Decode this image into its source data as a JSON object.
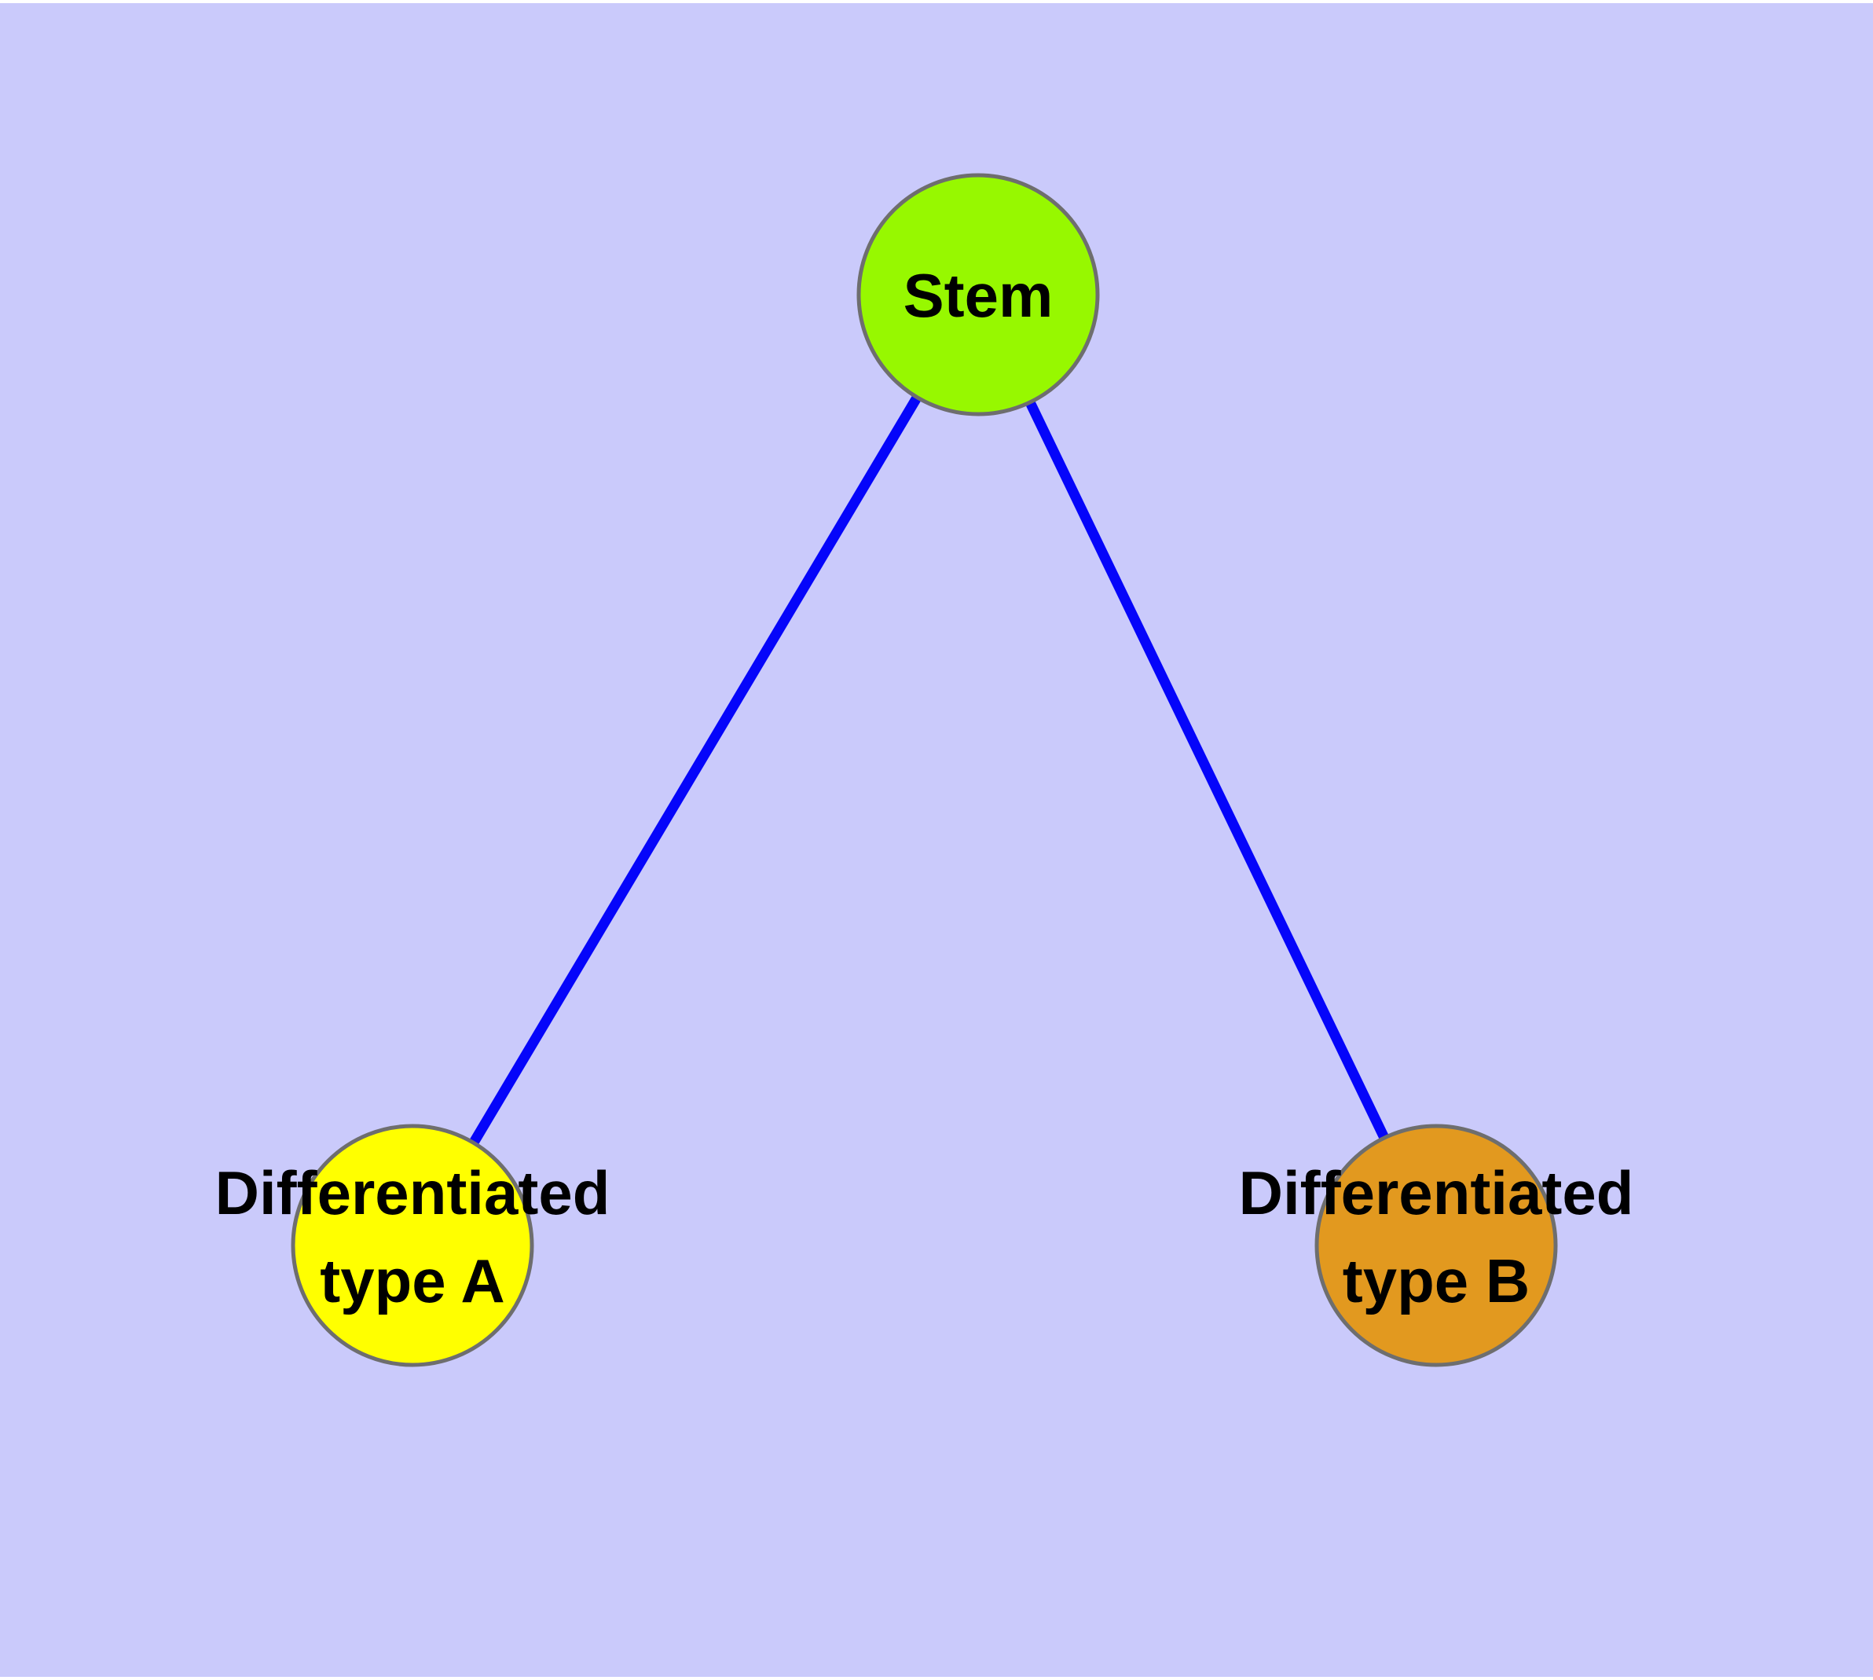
{
  "diagram": {
    "type": "graph",
    "colors": {
      "background": "#CACAFB",
      "page_margin": "#FFFFFF",
      "edge": "#0505FA",
      "node_border": "#6E6E6E",
      "label_text": "#000000"
    },
    "nodes": {
      "stem": {
        "label": "Stem",
        "fill": "#97F800"
      },
      "diff_a": {
        "label_line1": "Differentiated",
        "label_line2": "type A",
        "fill": "#FFFF00"
      },
      "diff_b": {
        "label_line1": "Differentiated",
        "label_line2": "type B",
        "fill": "#E2991F"
      }
    },
    "edges": [
      {
        "from": "Stem",
        "to": "Differentiated type A"
      },
      {
        "from": "Stem",
        "to": "Differentiated type B"
      }
    ]
  }
}
